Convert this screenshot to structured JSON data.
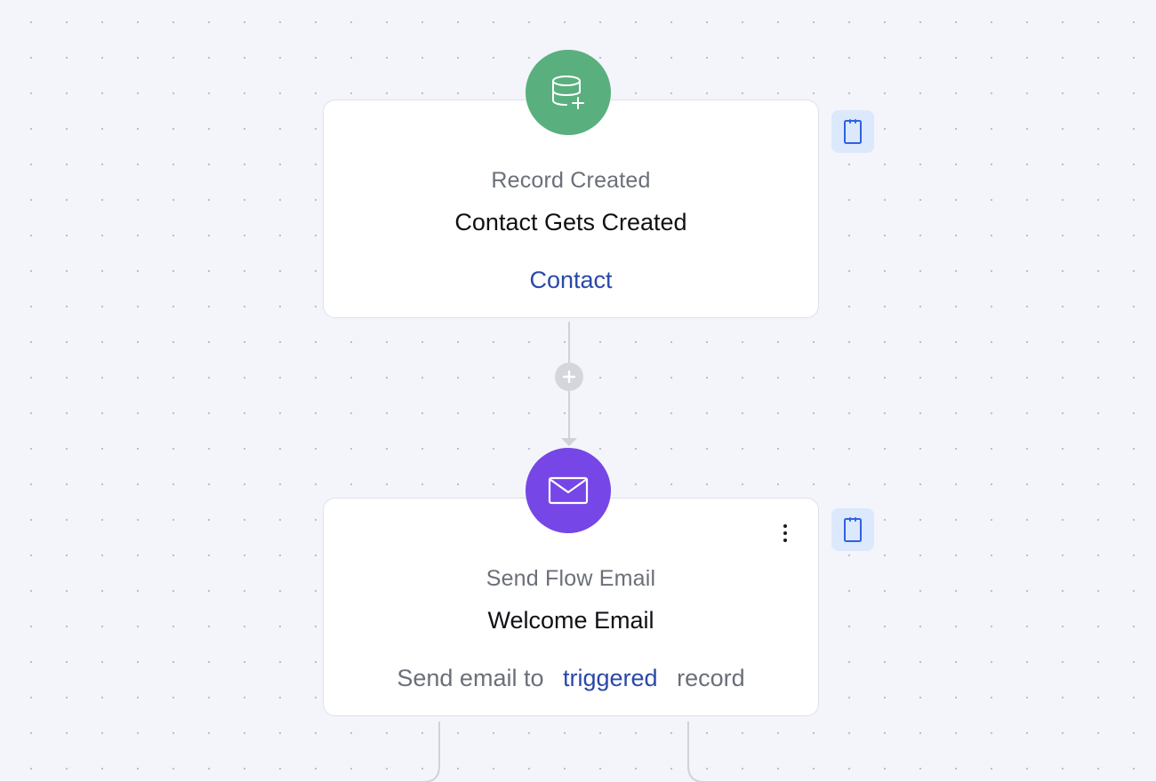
{
  "colors": {
    "trigger_icon": "#5aaf7f",
    "email_icon": "#7646e6",
    "link": "#2a48a8",
    "notes_button": "#dce8fb",
    "canvas_background": "#f3f5fa"
  },
  "trigger_node": {
    "icon": "database-add-icon",
    "type_label": "Record Created",
    "title": "Contact Gets Created",
    "object_link": "Contact"
  },
  "connector": {
    "icon": "plus-icon"
  },
  "email_node": {
    "icon": "mail-icon",
    "type_label": "Send Flow Email",
    "title": "Welcome Email",
    "detail_prefix": "Send email to",
    "detail_link": "triggered",
    "detail_suffix": "record",
    "menu_icon": "more-vertical-icon"
  },
  "side_buttons": {
    "icon": "notes-icon"
  }
}
